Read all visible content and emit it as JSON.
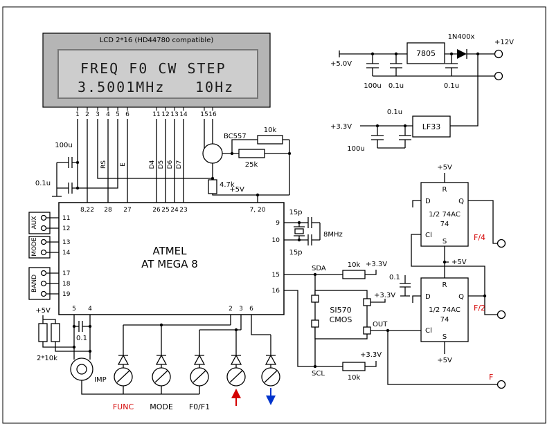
{
  "lcd": {
    "title": "LCD 2*16 (HD44780 compatible)",
    "line1": "FREQ F0 CW STEP",
    "line2_freq": "3.5001MHz",
    "line2_step": "10Hz",
    "pins": [
      "1",
      "2",
      "3",
      "4",
      "5",
      "6",
      "11",
      "12",
      "13",
      "14",
      "15",
      "16"
    ],
    "signals": [
      "RS",
      "E",
      "D4",
      "D5",
      "D6",
      "D7"
    ],
    "cap1": "100u",
    "cap2": "0.1u"
  },
  "backlight": {
    "transistor": "BC557",
    "r_top": "10k",
    "r_base": "25k",
    "r_lower": "4.7k",
    "supply": "+5V"
  },
  "mcu": {
    "name_line1": "ATMEL",
    "name_line2": "AT MEGA 8",
    "top_pins": [
      "8,22",
      "28",
      "27",
      "26",
      "25",
      "24",
      "23",
      "7, 20"
    ],
    "left_pins": [
      "11",
      "12",
      "13",
      "14",
      "17",
      "18",
      "19"
    ],
    "left_groups": [
      "AUX",
      "MODE",
      "BAND"
    ],
    "right_pins": [
      "9",
      "10",
      "15",
      "16"
    ],
    "bottom_pins": [
      "5",
      "4",
      "2",
      "3",
      "6"
    ]
  },
  "crystal": {
    "freq": "8MHz",
    "c1": "15p",
    "c2": "15p"
  },
  "power_5v": {
    "label": "+5.0V",
    "regulator": "7805",
    "diode": "1N400x",
    "input": "+12V",
    "c1": "100u",
    "c2": "0.1u",
    "c3": "0.1u"
  },
  "power_3v3": {
    "label": "+3.3V",
    "regulator": "LF33",
    "c1": "100u",
    "c2": "0.1u"
  },
  "i2c": {
    "sda": "SDA",
    "scl": "SCL",
    "sda_pullup": "10k",
    "scl_pullup": "10k",
    "sda_v": "+3.3V",
    "scl_v": "+3.3V",
    "vdd": "+3.3V",
    "vdd_cap": "0.1"
  },
  "si570": {
    "name": "SI570",
    "type": "CMOS",
    "out": "OUT"
  },
  "divider": {
    "r": "R",
    "d": "D",
    "q": "Q",
    "name1": "1/2 74AC",
    "name2": "74",
    "cl": "Cl",
    "s": "S",
    "v_top": "+5V",
    "v_mid": "+5V",
    "v_bot": "+5V",
    "f4": "F/4",
    "f2": "F/2",
    "f1": "F"
  },
  "encoder": {
    "supply": "+5V",
    "resistors": "2*10k",
    "cap": "0.1",
    "label": "IMP"
  },
  "buttons": {
    "b1": "FUNC",
    "b2": "MODE",
    "b3": "F0/F1"
  },
  "colors": {
    "red": "#d40000",
    "blue": "#0033cc"
  }
}
